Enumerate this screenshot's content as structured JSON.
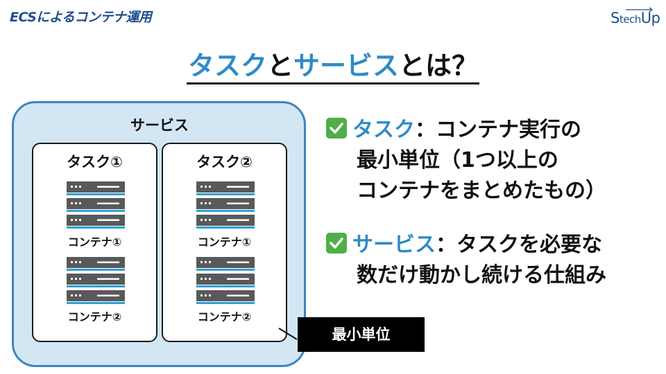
{
  "header": {
    "title": "ECSによるコンテナ運用"
  },
  "logo": {
    "text_main": "S",
    "text_small": "tech",
    "text_end": "Up"
  },
  "title": {
    "part1": "タスク",
    "part2": "と",
    "part3": "サービス",
    "part4": "とは？"
  },
  "diagram": {
    "service_label": "サービス",
    "tasks": [
      {
        "label": "タスク①",
        "containers": [
          "コンテナ①",
          "コンテナ②"
        ]
      },
      {
        "label": "タスク②",
        "containers": [
          "コンテナ①",
          "コンテナ②"
        ]
      }
    ],
    "badge": "最小単位"
  },
  "bullets": [
    {
      "term": "タスク",
      "lines": [
        "：コンテナ実行の",
        "最小単位（1つ以上の",
        "コンテナをまとめたもの）"
      ]
    },
    {
      "term": "サービス",
      "lines": [
        "：タスクを必要な",
        "数だけ動かし続ける仕組み"
      ]
    }
  ],
  "colors": {
    "accent": "#2f8ac6",
    "service_bg": "#d3e6f4",
    "service_border": "#3f84bd",
    "check": "#4fae47",
    "server": "#595959",
    "server_stripe": "#2e9fd6"
  }
}
